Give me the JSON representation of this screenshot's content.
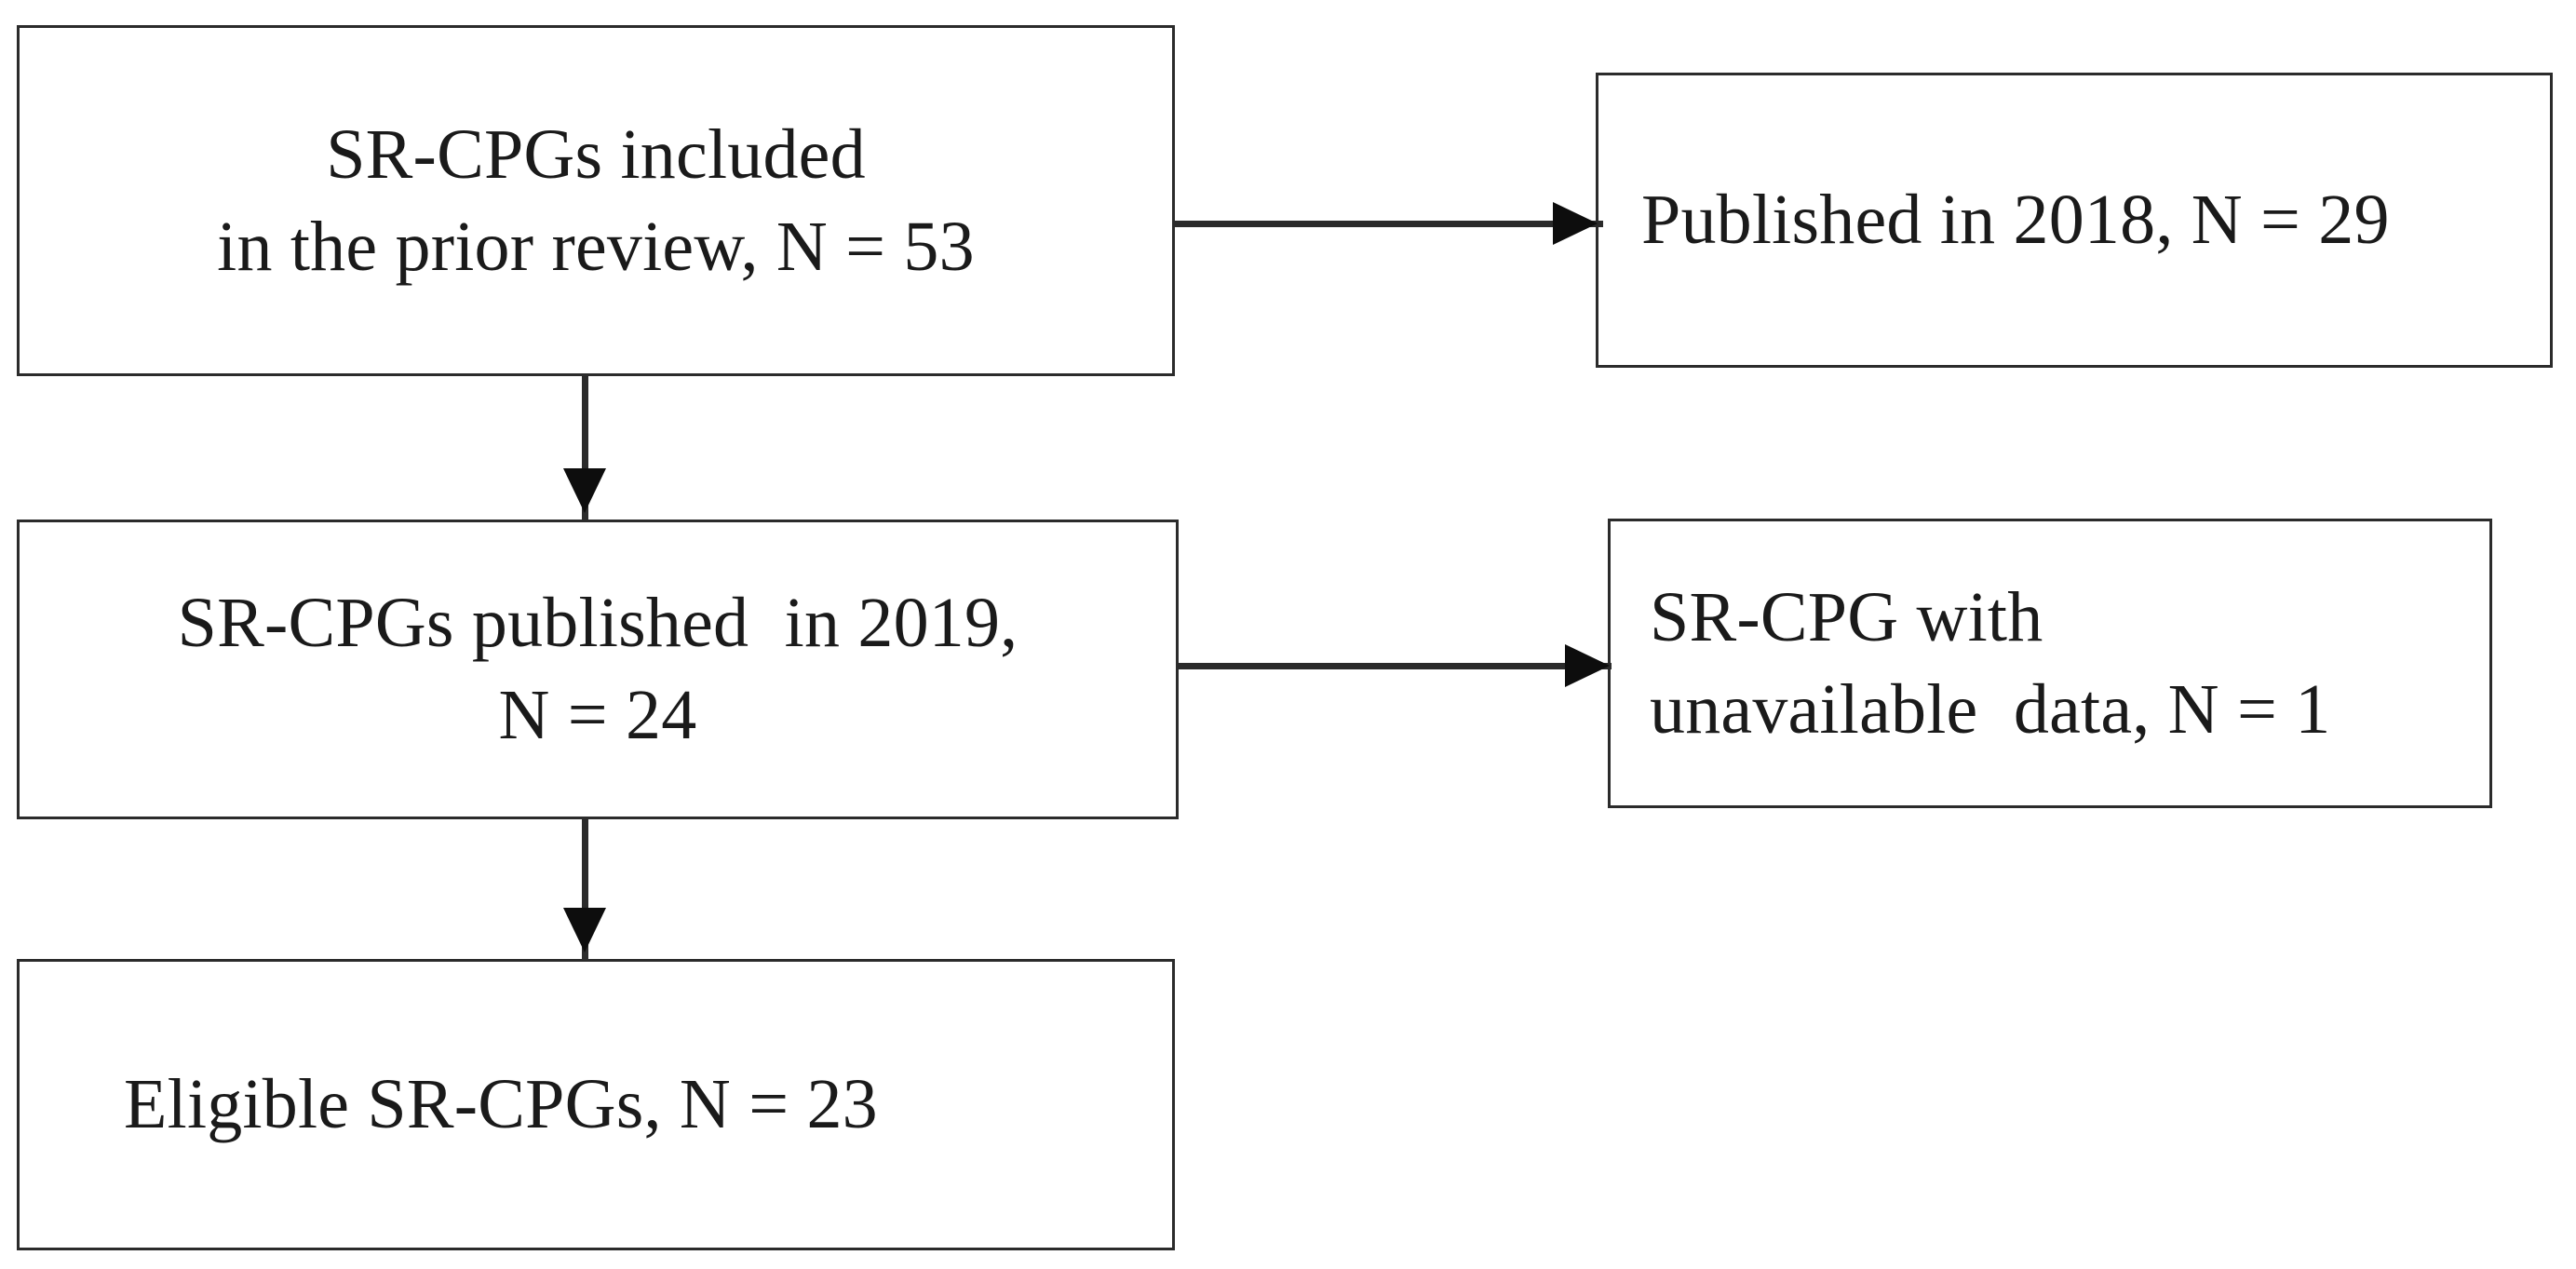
{
  "diagram": {
    "type": "flowchart",
    "title": "SR-CPG study selection flow",
    "background_color": "#ffffff",
    "box_border_color": "#2b2b2b",
    "text_color": "#1a1a1a",
    "arrow_color": "#0d0d0d",
    "nodes": [
      {
        "id": "sr-cpgs-prior-review",
        "line1": "SR-CPGs included",
        "line2": "in the prior review, N = 53",
        "count": 53,
        "align": "center"
      },
      {
        "id": "published-2018",
        "line1": "Published in 2018, N = 29",
        "line2": "",
        "count": 29,
        "align": "left"
      },
      {
        "id": "sr-cpgs-published-2019",
        "line1": "SR-CPGs published  in 2019,",
        "line2": "N = 24",
        "count": 24,
        "align": "center"
      },
      {
        "id": "unavailable-data",
        "line1": "SR-CPG with",
        "line2": "unavailable  data, N = 1",
        "count": 1,
        "align": "left"
      },
      {
        "id": "eligible-sr-cpgs",
        "line1": "Eligible SR-CPGs, N = 23",
        "line2": "",
        "count": 23,
        "align": "left"
      }
    ],
    "edges": [
      {
        "id": "edge-prior-to-2018",
        "from": "sr-cpgs-prior-review",
        "to": "published-2018",
        "direction": "right"
      },
      {
        "id": "edge-prior-to-2019",
        "from": "sr-cpgs-prior-review",
        "to": "sr-cpgs-published-2019",
        "direction": "down"
      },
      {
        "id": "edge-2019-to-unavailable",
        "from": "sr-cpgs-published-2019",
        "to": "unavailable-data",
        "direction": "right"
      },
      {
        "id": "edge-2019-to-eligible",
        "from": "sr-cpgs-published-2019",
        "to": "eligible-sr-cpgs",
        "direction": "down"
      }
    ]
  }
}
